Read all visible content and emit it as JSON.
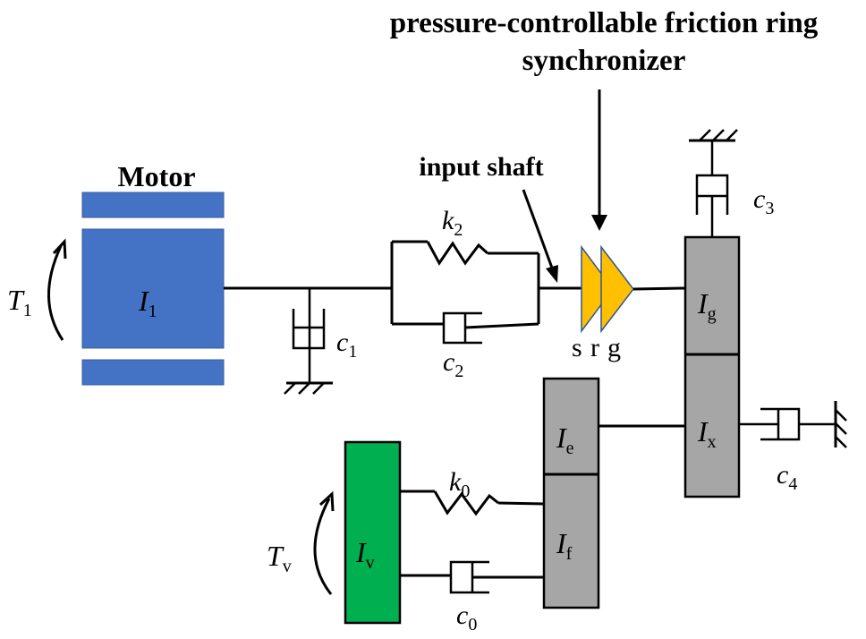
{
  "title": {
    "line1": "pressure-controllable friction ring",
    "line2": "synchronizer"
  },
  "labels": {
    "motor": "Motor",
    "input_shaft": "input shaft"
  },
  "colors": {
    "motor": "#4472c4",
    "vehicle": "#00b050",
    "gear": "#a6a6a6",
    "synchronizer": "#ffc000",
    "synchronizer_edge": "#2f5597"
  },
  "inertias": {
    "motor": {
      "symbol": "I",
      "sub": "1"
    },
    "gear_g": {
      "symbol": "I",
      "sub": "g"
    },
    "gear_x": {
      "symbol": "I",
      "sub": "x"
    },
    "gear_e": {
      "symbol": "I",
      "sub": "e"
    },
    "gear_f": {
      "symbol": "I",
      "sub": "f"
    },
    "vehicle": {
      "symbol": "I",
      "sub": "v"
    }
  },
  "torques": {
    "motor": {
      "symbol": "T",
      "sub": "1"
    },
    "vehicle": {
      "symbol": "T",
      "sub": "v"
    }
  },
  "springs": {
    "k2": {
      "symbol": "k",
      "sub": "2"
    },
    "k0": {
      "symbol": "k",
      "sub": "0"
    }
  },
  "dampers": {
    "c0": {
      "symbol": "c",
      "sub": "0"
    },
    "c1": {
      "symbol": "c",
      "sub": "1"
    },
    "c2": {
      "symbol": "c",
      "sub": "2"
    },
    "c3": {
      "symbol": "c",
      "sub": "3"
    },
    "c4": {
      "symbol": "c",
      "sub": "4"
    }
  },
  "synchronizer_parts": {
    "s": "s",
    "r": "r",
    "g": "g"
  }
}
